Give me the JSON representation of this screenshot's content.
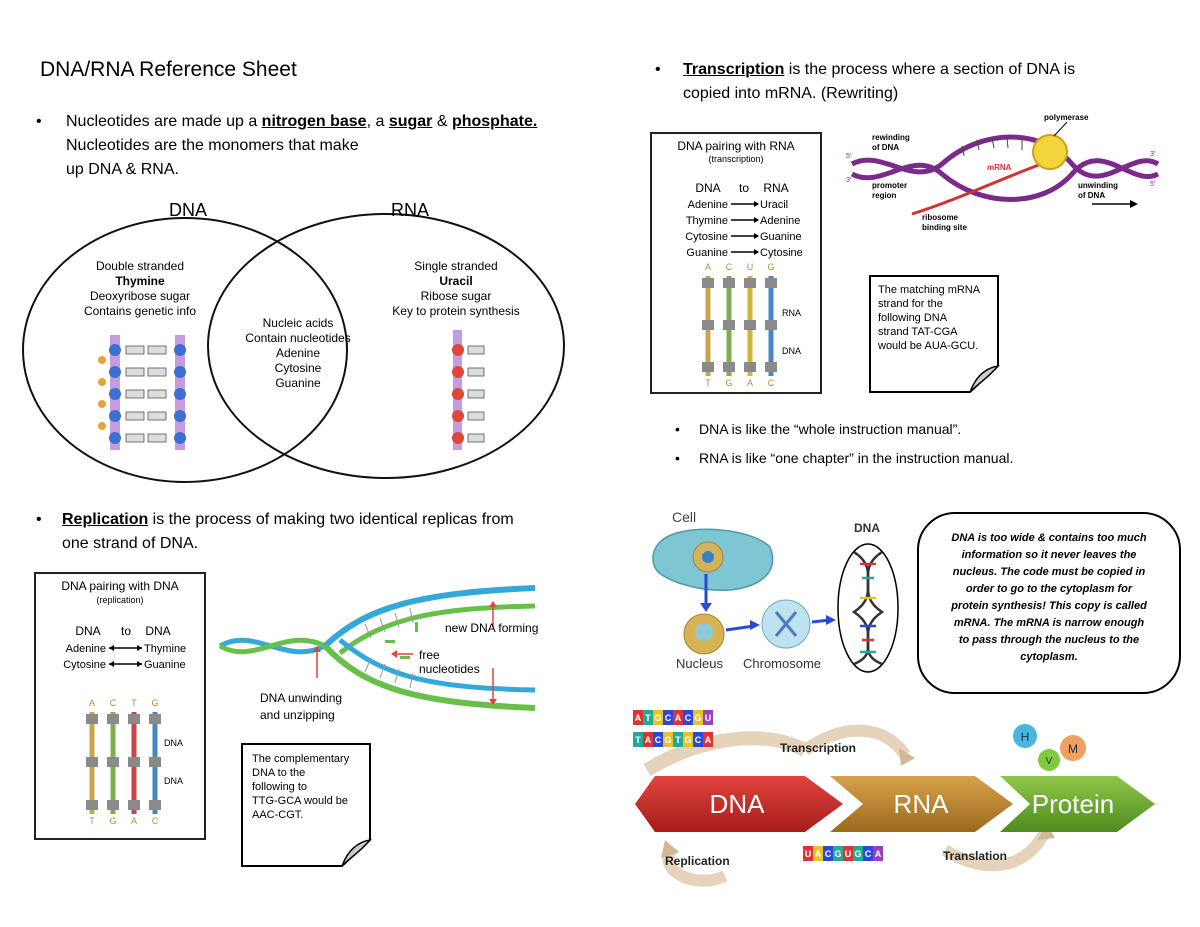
{
  "title": "DNA/RNA Reference Sheet",
  "left": {
    "b1": {
      "pre": "Nucleotides are made up a ",
      "k1": "nitrogen base",
      "mid1": ", a ",
      "k2": "sugar",
      "mid2": " & ",
      "k3": "phosphate.",
      "post1": " Nucleotides are the monomers that make",
      "post2": "up DNA & RNA."
    },
    "venn": {
      "dna_label": "DNA",
      "rna_label": "RNA",
      "dna_lines": [
        "Double stranded",
        "Thymine",
        "Deoxyribose sugar",
        "Contains genetic info"
      ],
      "rna_lines": [
        "Single stranded",
        "Uracil",
        "Ribose sugar",
        "Key to protein synthesis"
      ],
      "mid_lines": [
        "Nucleic acids",
        "Contain nucleotides",
        "Adenine",
        "Cytosine",
        "Guanine"
      ]
    },
    "b2": {
      "k": "Replication",
      "post1": " is the process of making two identical replicas from",
      "post2": "one strand of DNA."
    },
    "rep_box": {
      "title": "DNA pairing with DNA",
      "subtitle": "(replication)",
      "head1": "DNA",
      "head2": "to",
      "head3": "DNA",
      "pairs": [
        [
          "Adenine",
          "Thymine"
        ],
        [
          "Cytosine",
          "Guanine"
        ]
      ],
      "top_letters": [
        "A",
        "C",
        "T",
        "G"
      ],
      "bottom_letters": [
        "T",
        "G",
        "A",
        "C"
      ],
      "lbl1": "DNA",
      "lbl2": "DNA"
    },
    "rep_fig": {
      "new": "new DNA forming",
      "free1": "free",
      "free2": "nucleotides",
      "unw1": "DNA unwinding",
      "unw2": "and unzipping"
    },
    "note": [
      "The complementary",
      "DNA to the",
      "following to",
      "TTG-GCA would be",
      "AAC-CGT."
    ]
  },
  "right": {
    "b1": {
      "k": "Transcription",
      "post1": " is the process where a section of DNA is",
      "post2": "copied into mRNA. (Rewriting)"
    },
    "tr_box": {
      "title": "DNA pairing with RNA",
      "subtitle": "(transcription)",
      "head1": "DNA",
      "head2": "to",
      "head3": "RNA",
      "pairs": [
        [
          "Adenine",
          "Uracil"
        ],
        [
          "Thymine",
          "Adenine"
        ],
        [
          "Cytosine",
          "Guanine"
        ],
        [
          "Guanine",
          "Cytosine"
        ]
      ],
      "top_letters": [
        "A",
        "C",
        "U",
        "G"
      ],
      "bottom_letters": [
        "T",
        "G",
        "A",
        "C"
      ],
      "lbl1": "RNA",
      "lbl2": "DNA"
    },
    "tr_fig": {
      "polymerase": "polymerase",
      "rewind1": "rewinding",
      "rewind2": "of DNA",
      "mrna": "mRNA",
      "promoter1": "promoter",
      "promoter2": "region",
      "ribo1": "ribosome",
      "ribo2": "binding site",
      "unwind1": "unwinding",
      "unwind2": "of DNA",
      "p5a": "5'",
      "p3a": "3'",
      "p3b": "3'",
      "p5b": "5'"
    },
    "note": [
      "The matching mRNA",
      "strand for the",
      "following DNA",
      "strand TAT-CGA",
      "would be AUA-GCU."
    ],
    "b2": "DNA is like the “whole instruction manual”.",
    "b3": "RNA is like “one chapter” in the instruction manual.",
    "cell_fig": {
      "cell": "Cell",
      "dna": "DNA",
      "nucleus": "Nucleus",
      "chromosome": "Chromosome"
    },
    "callout": [
      "DNA is too wide & contains too much",
      "information so it never leaves the",
      "nucleus. The code must be copied in",
      "order to go to the cytoplasm for",
      "protein synthesis! This copy is called",
      "mRNA. The mRNA is narrow enough",
      "to pass through the nucleus to the",
      "cytoplasm."
    ],
    "dogma": {
      "dna": "DNA",
      "rna": "RNA",
      "protein": "Protein",
      "transcription": "Transcription",
      "translation": "Translation",
      "replication": "Replication",
      "dna_top": [
        "A",
        "T",
        "G",
        "C",
        "A",
        "C",
        "G",
        "U"
      ],
      "dna_bot": [
        "T",
        "A",
        "C",
        "G",
        "T",
        "G",
        "C",
        "A"
      ],
      "rna_letters": [
        "U",
        "A",
        "C",
        "G",
        "U",
        "G",
        "C",
        "A"
      ],
      "ball_h": "H",
      "ball_v": "V",
      "ball_m": "M"
    }
  }
}
